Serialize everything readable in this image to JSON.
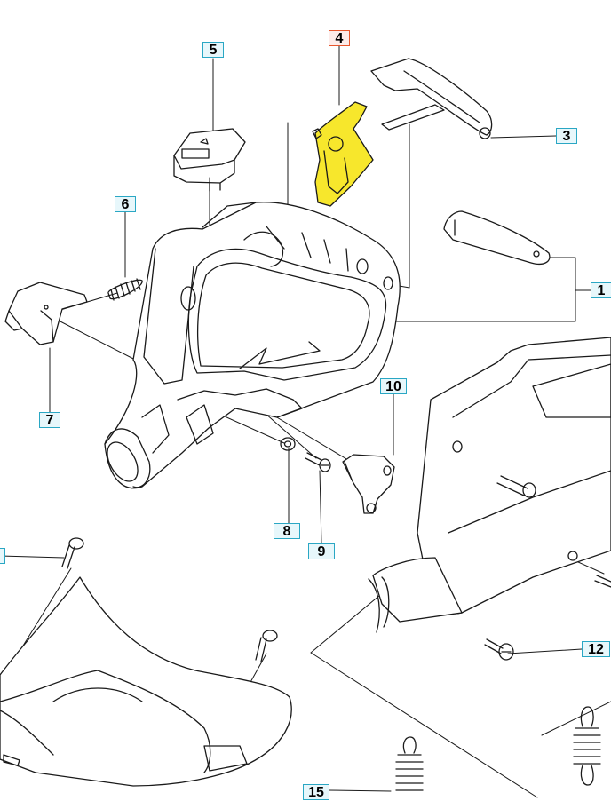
{
  "callouts": [
    {
      "id": "callout-1",
      "label": "1"
    },
    {
      "id": "callout-3",
      "label": "3"
    },
    {
      "id": "callout-4",
      "label": "4"
    },
    {
      "id": "callout-5",
      "label": "5"
    },
    {
      "id": "callout-6",
      "label": "6"
    },
    {
      "id": "callout-7",
      "label": "7"
    },
    {
      "id": "callout-8",
      "label": "8"
    },
    {
      "id": "callout-9",
      "label": "9"
    },
    {
      "id": "callout-10",
      "label": "10"
    },
    {
      "id": "callout-12",
      "label": "12"
    },
    {
      "id": "callout-15",
      "label": "15"
    }
  ],
  "colors": {
    "highlight_part": "#f7e72c",
    "callout_border": "#2aa7c4",
    "callout_fill": "#e7f7fb",
    "active_border": "#e8572e",
    "line": "#1a1a1a"
  },
  "active_callout": "4"
}
